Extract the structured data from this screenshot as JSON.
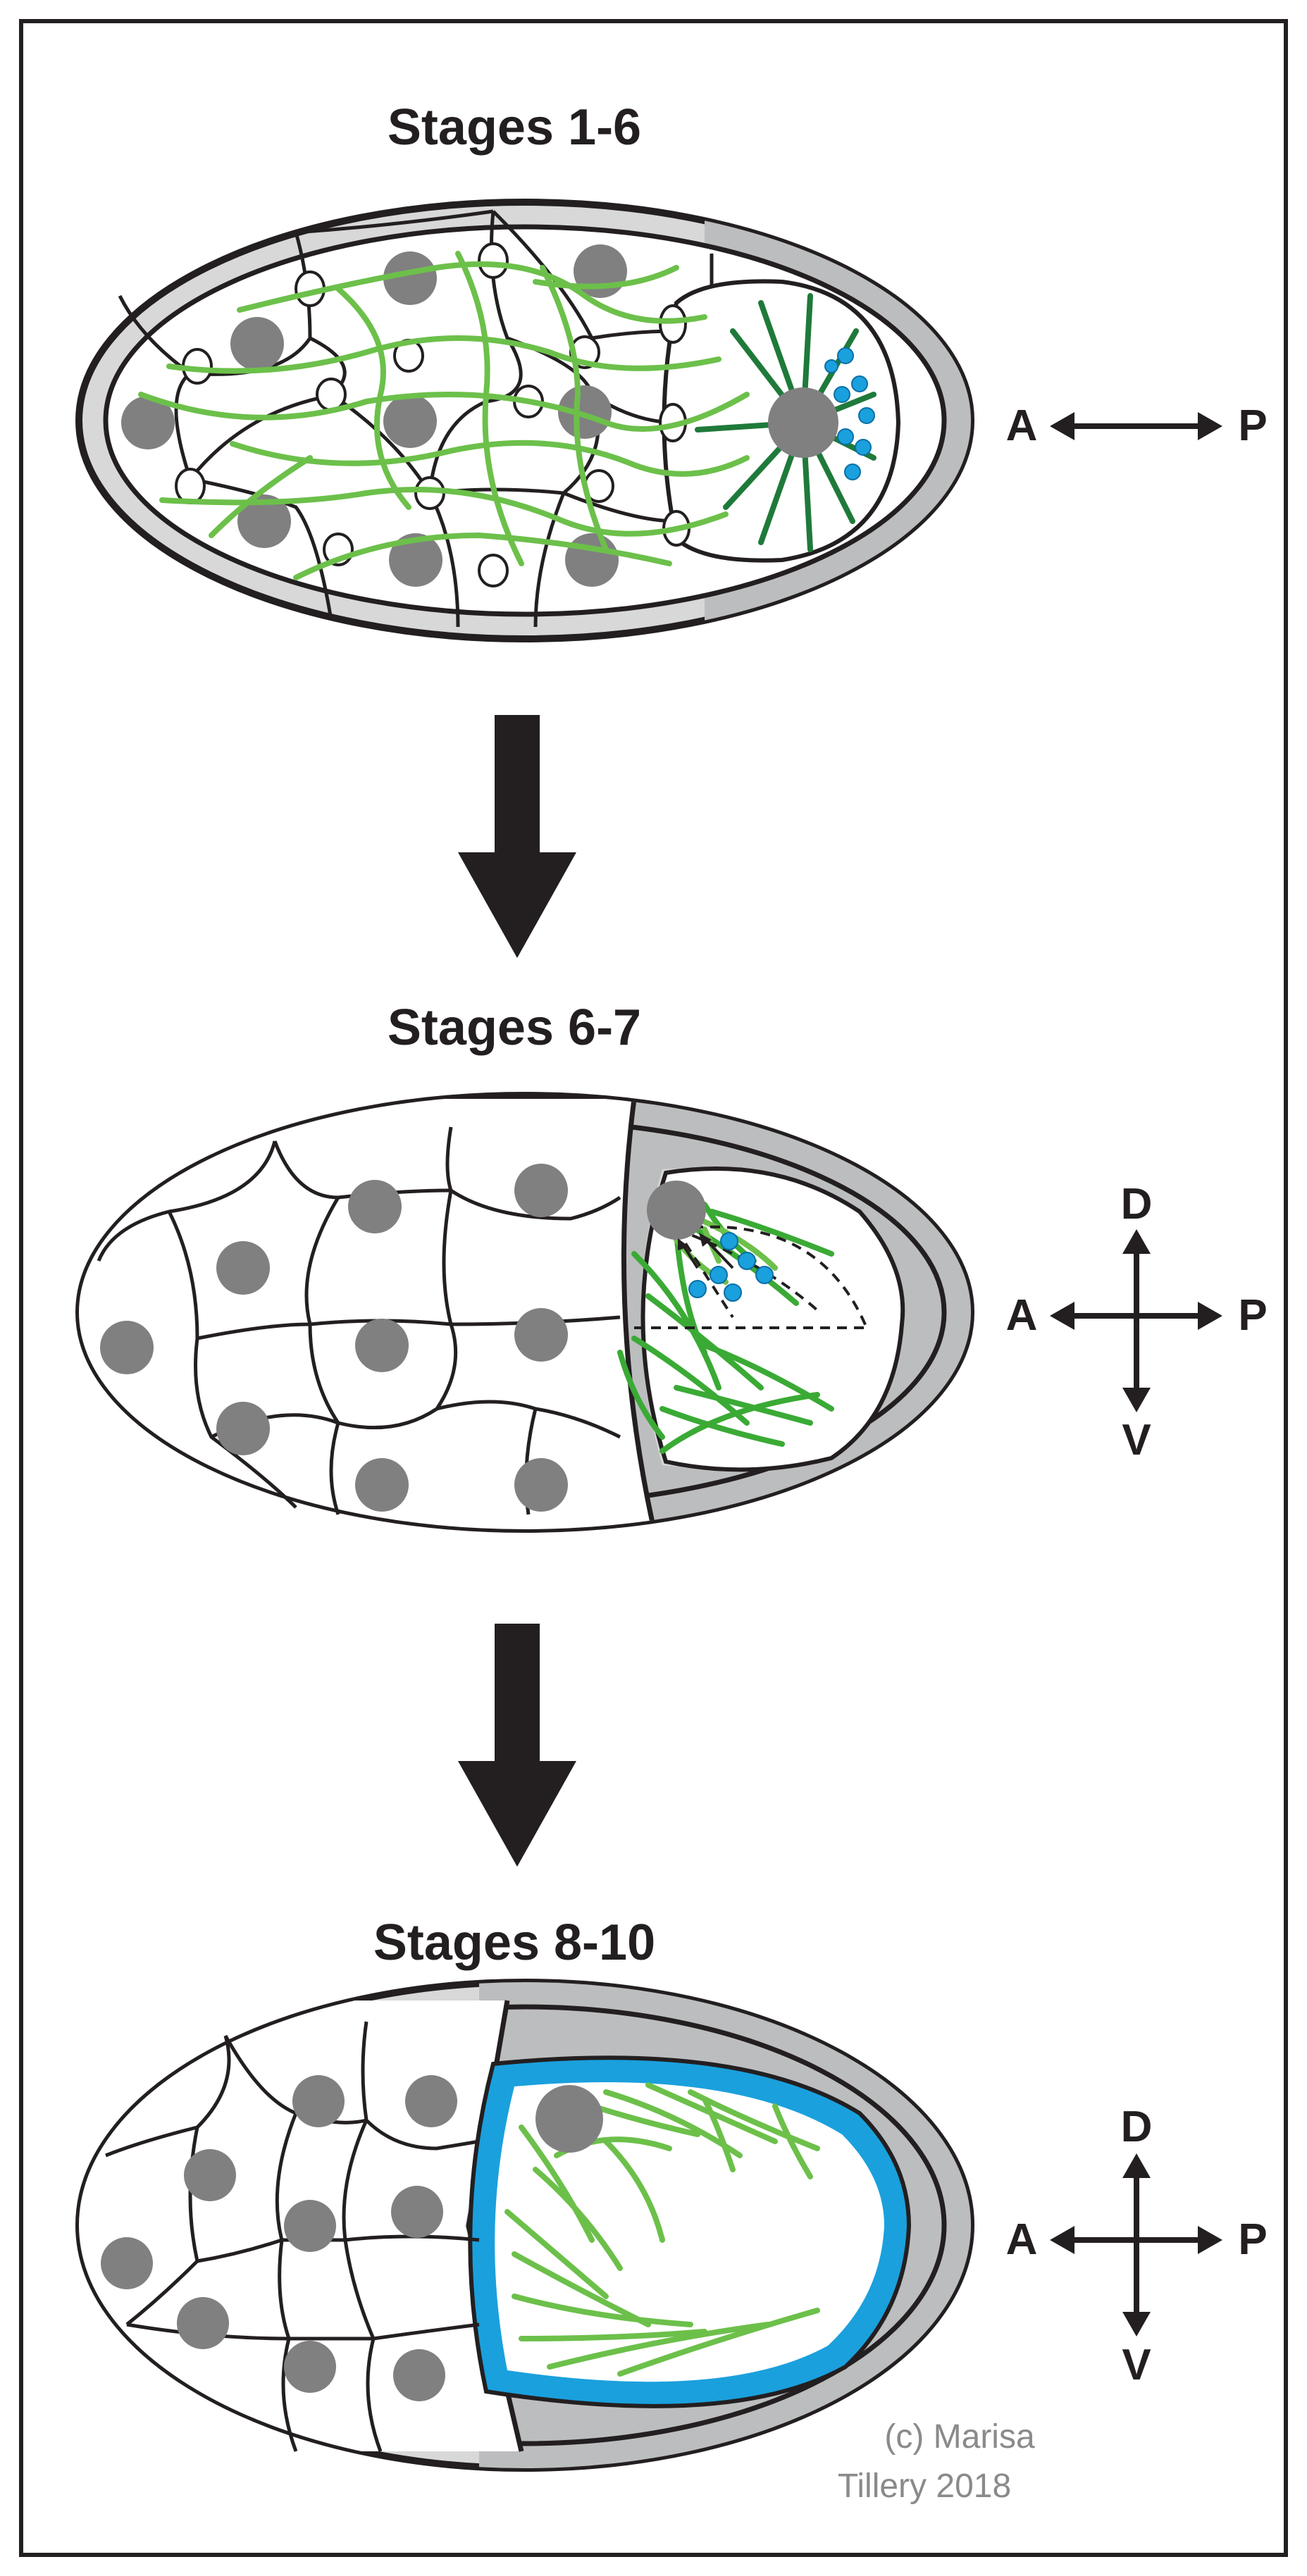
{
  "panels": [
    {
      "title": "Stages 1-6",
      "axes": {
        "a": "A",
        "p": "P"
      }
    },
    {
      "title": "Stages 6-7",
      "axes": {
        "a": "A",
        "p": "P",
        "d": "D",
        "v": "V"
      }
    },
    {
      "title": "Stages 8-10",
      "axes": {
        "a": "A",
        "p": "P",
        "d": "D",
        "v": "V"
      }
    }
  ],
  "credit": {
    "line1": "(c) Marisa",
    "line2": "Tillery 2018"
  },
  "colors": {
    "outline": "#231f20",
    "shell": "#d8d8d9",
    "follicle": "#bcbdbf",
    "nucleus": "#808080",
    "microtubule_light": "#6cc04a",
    "microtubule_mid": "#3aaa35",
    "microtubule_dark": "#1f7a3a",
    "posterior_marker": "#1aa0dd"
  },
  "icons": [
    "double-arrow-ap-icon",
    "four-way-arrow-icon",
    "down-arrow-icon"
  ]
}
